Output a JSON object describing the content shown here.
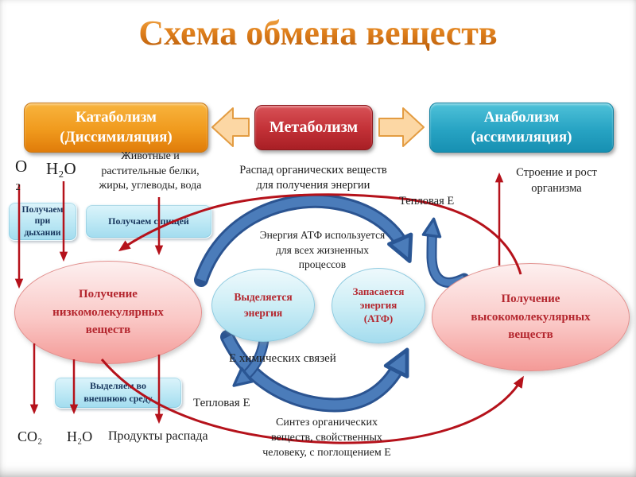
{
  "title": "Схема обмена веществ",
  "flow": {
    "catabolism": "Катаболизм\n(Диссимиляция)",
    "metabolism": "Метаболизм",
    "anabolism": "Анаболизм\n(ассимиляция)"
  },
  "inputs": {
    "o2": "О\n₂",
    "h2o": "Н₂О",
    "food": "Животные и\nрастительные белки,\nжиры, углеводы, вода",
    "box_breathing": "Получаем\nпри\nдыхании",
    "box_food": "Получаем с   пищей"
  },
  "process": {
    "raspad": "Распад органических веществ\nдля получения энергии",
    "teplovaya_top": "Тепловая Е",
    "stroenie": "Строение и рост\nорганизма",
    "energiya_atf": "Энергия АТФ используется\nдля всех жизненных\nпроцессов",
    "e_khim": "Е химических связей",
    "teplovaya_bottom": "Тепловая Е",
    "sintez": "Синтез органических\nвеществ, свойственных\nчеловеку, с поглощением Е"
  },
  "ellipses": {
    "low_molecular": "Получение\nнизкомолекулярных\nвеществ",
    "high_molecular": "Получение\nвысокомолекулярных\nвеществ",
    "energy_release": "Выделяется\nэнергия",
    "energy_store": "Запасается\nэнергия\n(АТФ)"
  },
  "outputs": {
    "box_excrete": "Выделяем   во\nвнешнюю среду",
    "co2": "CO₂",
    "h2o": "H₂O",
    "produkty": "Продукты распада"
  },
  "colors": {
    "title_orange": "#d97a1a",
    "catabolism_orange": "#ef9a1d",
    "metabolism_red": "#c23036",
    "anabolism_teal": "#27a3c3",
    "arrow_red": "#b5121b",
    "arrow_blue": "#4b7cba",
    "pink_ellipse": "#fac9c7",
    "cyan_box": "#bfe9f5",
    "dark_red_text": "#b4262e",
    "navy_box_text": "#17365d"
  }
}
